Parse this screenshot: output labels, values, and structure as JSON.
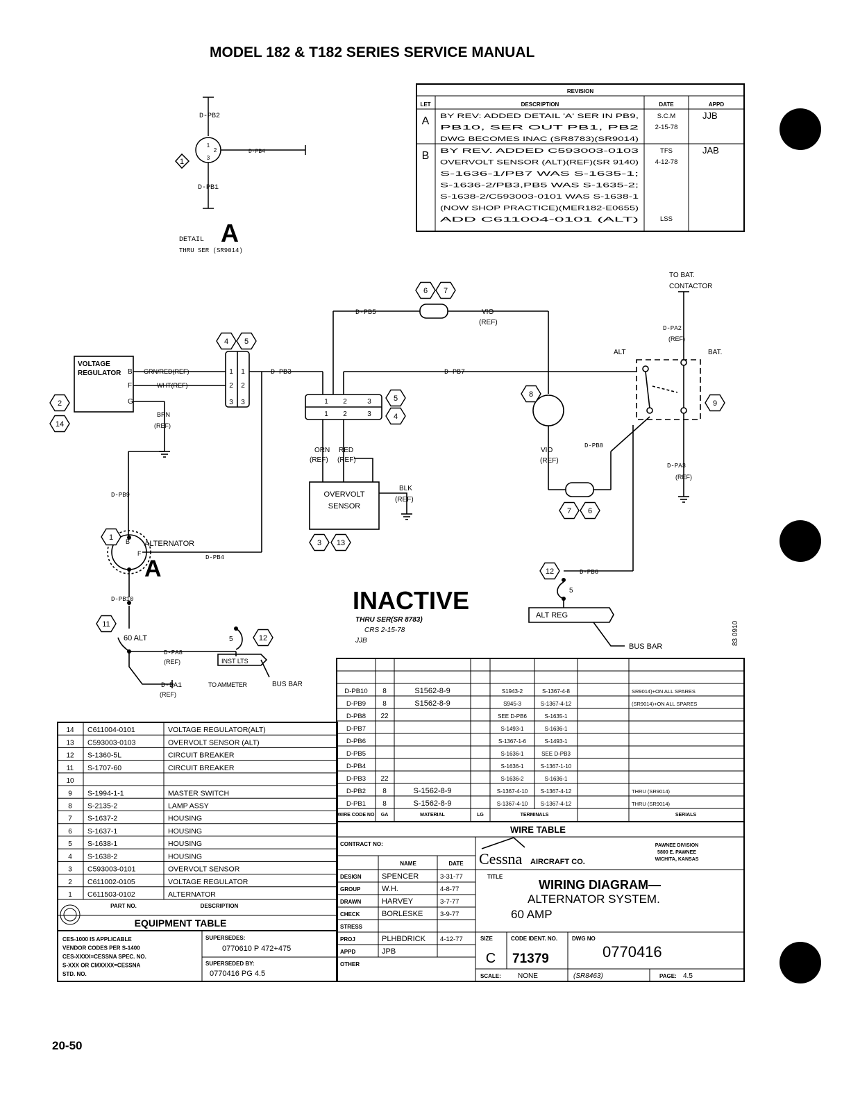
{
  "page": {
    "title": "MODEL 182 & T182 SERIES SERVICE MANUAL",
    "page_number": "20-50"
  },
  "revision": {
    "heading": "REVISION",
    "col_let": "LET",
    "col_desc": "DESCRIPTION",
    "col_date": "DATE",
    "col_appd": "APPD",
    "rows": [
      {
        "let": "A",
        "desc": [
          "BY REV: ADDED DETAIL 'A' SER IN PB9,",
          "PB10, SER OUT PB1, PB2",
          "DWG BECOMES INAC (SR8783)(SR9014)"
        ],
        "date": [
          "S.C.M",
          "2-15-78"
        ],
        "appd": "JJB"
      },
      {
        "let": "B",
        "desc": [
          "BY REV. ADDED C593003-0103",
          "OVERVOLT SENSOR (ALT)(REF)(SR 9140)",
          "S-1636-1/PB7 WAS S-1635-1;",
          "S-1636-2/PB3,PB5 WAS S-1635-2;",
          "S-1638-2/C593003-0101 WAS S-1638-1",
          "(NOW SHOP PRACTICE)(MER182-E0655)",
          "ADD C611004-0101 (ALT)"
        ],
        "date": [
          "TFS",
          "4-12-78",
          "LSS"
        ],
        "appd": "JAB"
      }
    ]
  },
  "detail_a": {
    "label": "DETAIL",
    "letter": "A",
    "note": "THRU SER (SR9014)",
    "wires": {
      "top": "D-PB2",
      "right": "D-PB4",
      "bottom": "D-PB1"
    },
    "pins": [
      "1",
      "2",
      "3"
    ],
    "callout": "1"
  },
  "schematic": {
    "voltage_regulator": {
      "label": [
        "VOLTAGE",
        "REGULATOR"
      ],
      "pins": [
        "B",
        "F",
        "G"
      ]
    },
    "wire_labels": {
      "grn_red": "GRN/RED(REF)",
      "wht": "WHT(REF)",
      "brn": [
        "BRN",
        "(REF)"
      ],
      "pb3": "D-PB3",
      "pb5": "D-PB5",
      "pb7": "D-PB7",
      "pb8": "D-PB8",
      "pb9": "D-PB9",
      "pb4": "D-PB4",
      "pb10": "D-PB10",
      "pb6": "D-PB6",
      "pa2": [
        "D-PA2",
        "(REF)"
      ],
      "pa3": [
        "D-PA3",
        "(REF)"
      ],
      "pa8": [
        "D-PA8",
        "(REF)"
      ],
      "da1": [
        "D-DA1",
        "(REF)"
      ],
      "vio_top": [
        "VIO",
        "(REF)"
      ],
      "vio_mid": [
        "VIO",
        "(REF)"
      ],
      "orn": [
        "ORN",
        "(REF)"
      ],
      "red": [
        "RED",
        "(REF)"
      ],
      "blk": [
        "BLK",
        "(REF)"
      ],
      "to_ammeter": "TO AMMETER",
      "to_bat": [
        "TO BAT.",
        "CONTACTOR"
      ],
      "alt": "ALT",
      "bat": "BAT.",
      "bus_bar_1": "BUS BAR",
      "bus_bar_2": "BUS BAR",
      "inst_lts": "INST LTS",
      "alt_reg": "ALT REG",
      "sixty_alt": "60 ALT",
      "alternator": "ALTERNATOR",
      "overvolt": [
        "OVERVOLT",
        "SENSOR"
      ],
      "pin_b": "B",
      "pin_f": "F",
      "pin_five_a": "5",
      "pin_five_b": "5"
    },
    "connector_pins": [
      "1",
      "2",
      "3"
    ],
    "callouts": [
      "2",
      "14",
      "4",
      "5",
      "6",
      "7",
      "5",
      "4",
      "8",
      "9",
      "7",
      "6",
      "3",
      "13",
      "1",
      "11",
      "12",
      "12"
    ],
    "inactive": {
      "title": "INACTIVE",
      "note": "THRU SER(SR 8783)",
      "sig1": "CRS 2-15-78",
      "sig2": "JJB"
    },
    "side_code": "83 0910"
  },
  "wire_table": {
    "caption": "WIRE TABLE",
    "headers": [
      "WIRE CODE NO",
      "GA",
      "MATERIAL",
      "LG",
      "TERMINALS",
      "",
      "SERIALS"
    ],
    "rows": [
      [
        "D-PB10",
        "8",
        "S1562-8-9",
        "",
        "S1943-2",
        "S-1367-4-8",
        "SR9014)+ON ALL SPARES"
      ],
      [
        "D-PB9",
        "8",
        "S1562-8-9",
        "",
        "S945-3",
        "S-1367-4-12",
        "(SR9014)+ON ALL SPARES"
      ],
      [
        "D-PB8",
        "22",
        "",
        "",
        "SEE D-PB6",
        "S-1635-1",
        ""
      ],
      [
        "D-PB7",
        "",
        "",
        "",
        "S-1493-1",
        "S-1636-1",
        ""
      ],
      [
        "D-PB6",
        "",
        "",
        "",
        "S-1367-1-6",
        "S-1493-1",
        ""
      ],
      [
        "D-PB5",
        "",
        "",
        "",
        "S-1636-1",
        "SEE D-PB3",
        ""
      ],
      [
        "D-PB4",
        "",
        "",
        "",
        "S-1636-1",
        "S-1367-1-10",
        ""
      ],
      [
        "D-PB3",
        "22",
        "",
        "",
        "S-1636-2",
        "S-1636-1",
        ""
      ],
      [
        "D-PB2",
        "8",
        "S-1562-8-9",
        "",
        "S-1367-4-10",
        "S-1367-4-12",
        "THRU (SR9014)"
      ],
      [
        "D-PB1",
        "8",
        "S-1562-8-9",
        "",
        "S-1367-4-10",
        "S-1367-4-12",
        "THRU (SR9014)"
      ]
    ]
  },
  "equipment_table": {
    "caption": "EQUIPMENT TABLE",
    "col_part": "PART NO.",
    "col_desc": "DESCRIPTION",
    "rows": [
      [
        "14",
        "C611004-0101",
        "VOLTAGE REGULATOR(ALT)"
      ],
      [
        "13",
        "C593003-0103",
        "OVERVOLT SENSOR (ALT)"
      ],
      [
        "12",
        "S-1360-5L",
        "CIRCUIT BREAKER"
      ],
      [
        "11",
        "S-1707-60",
        "CIRCUIT BREAKER"
      ],
      [
        "10",
        "",
        ""
      ],
      [
        "9",
        "S-1994-1-1",
        "MASTER SWITCH"
      ],
      [
        "8",
        "S-2135-2",
        "LAMP ASSY"
      ],
      [
        "7",
        "S-1637-2",
        "HOUSING"
      ],
      [
        "6",
        "S-1637-1",
        "HOUSING"
      ],
      [
        "5",
        "S-1638-1",
        "HOUSING"
      ],
      [
        "4",
        "S-1638-2",
        "HOUSING"
      ],
      [
        "3",
        "C593003-0101",
        "OVERVOLT SENSOR"
      ],
      [
        "2",
        "C611002-0105",
        "VOLTAGE REGULATOR"
      ],
      [
        "1",
        "C611503-0102",
        "ALTERNATOR"
      ]
    ]
  },
  "notes": {
    "lines": [
      "CES-1000 IS APPLICABLE",
      "VENDOR CODES PER S-1400",
      "CES-XXXX=CESSNA SPEC. NO.",
      "S-XXX OR CMXXXX=CESSNA",
      "STD. NO."
    ],
    "supersedes_label": "SUPERSEDES:",
    "supersedes_value": "0770610 P 472+475",
    "superseded_by_label": "SUPERSEDED BY:",
    "superseded_by_value": "0770416 PG 4.5"
  },
  "title_block": {
    "contract_label": "CONTRACT NO:",
    "name_header": "NAME",
    "date_header": "DATE",
    "signoffs": [
      {
        "role": "DESIGN",
        "name": "SPENCER",
        "date": "3-31-77"
      },
      {
        "role": "GROUP",
        "name": "W.H.",
        "date": "4-8-77"
      },
      {
        "role": "DRAWN",
        "name": "HARVEY",
        "date": "3-7-77"
      },
      {
        "role": "CHECK",
        "name": "BORLESKE",
        "date": "3-9-77"
      },
      {
        "role": "STRESS",
        "name": "",
        "date": ""
      },
      {
        "role": "PROJ",
        "name": "PLHBDRICK",
        "date": "4-12-77"
      },
      {
        "role": "APPD",
        "name": "JPB",
        "date": ""
      },
      {
        "role": "OTHER",
        "name": "",
        "date": ""
      }
    ],
    "company": "Cessna",
    "company_suffix": "AIRCRAFT CO.",
    "division": [
      "PAWNEE DIVISION",
      "5800 E. PAWNEE",
      "WICHITA, KANSAS"
    ],
    "title_label": "TITLE",
    "title_lines": [
      "WIRING DIAGRAM—",
      "ALTERNATOR SYSTEM.",
      "60 AMP"
    ],
    "size_label": "SIZE",
    "size": "C",
    "code_ident_label": "CODE IDENT. NO.",
    "code_ident": "71379",
    "dwg_no_label": "DWG NO",
    "dwg_no": "0770416",
    "scale_label": "SCALE:",
    "scale": "NONE",
    "sr": "(SR8463)",
    "page_label": "PAGE:",
    "page": "4.5"
  },
  "binder_holes": 3
}
